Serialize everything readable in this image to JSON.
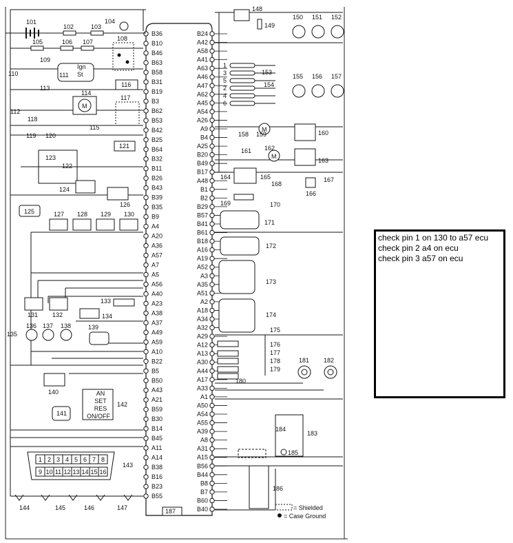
{
  "ecu": {
    "label": "187",
    "left_pins": [
      "B36",
      "B10",
      "B46",
      "B63",
      "B58",
      "B31",
      "B19",
      "B3",
      "B62",
      "B53",
      "B42",
      "B25",
      "B64",
      "B32",
      "B11",
      "B26",
      "B43",
      "B39",
      "B35",
      "B9",
      "A4",
      "A20",
      "A36",
      "A57",
      "A7",
      "A5",
      "A56",
      "A40",
      "A23",
      "A38",
      "A37",
      "A49",
      "A59",
      "A10",
      "B22",
      "B5",
      "B50",
      "A43",
      "A21",
      "B59",
      "B30",
      "B14",
      "B45",
      "A11",
      "A14",
      "B38",
      "B16",
      "B23",
      "B55"
    ],
    "right_pins": [
      "B24",
      "A42",
      "A58",
      "A41",
      "A63",
      "A46",
      "A47",
      "A62",
      "A45",
      "A54",
      "A26",
      "A9",
      "B4",
      "A25",
      "B20",
      "B49",
      "B17",
      "A48",
      "B1",
      "B2",
      "B29",
      "B57",
      "B41",
      "B61",
      "B18",
      "A16",
      "A19",
      "A52",
      "A3",
      "A35",
      "A51",
      "A2",
      "A18",
      "A34",
      "A32",
      "A29",
      "A12",
      "A13",
      "A30",
      "A44",
      "A17",
      "A33",
      "A1",
      "A50",
      "A54",
      "A55",
      "A39",
      "A8",
      "A31",
      "A15",
      "B56",
      "B44",
      "B8",
      "B7",
      "B60",
      "B40"
    ]
  },
  "components": {
    "101": "101",
    "102": "102",
    "103": "103",
    "104": "104",
    "105": "105",
    "106": "106",
    "107": "107",
    "108": "108",
    "109": "109",
    "110": "110",
    "111": "111",
    "112": "112",
    "113": "113",
    "114": "114",
    "115": "115",
    "116": "116",
    "117": "117",
    "118": "118",
    "119": "119",
    "120": "120",
    "121": "121",
    "122": "122",
    "123": "123",
    "124": "124",
    "125": "125",
    "126": "126",
    "127": "127",
    "128": "128",
    "129": "129",
    "130": "130",
    "131": "131",
    "132": "132",
    "133": "133",
    "134": "134",
    "135": "135",
    "136": "136",
    "137": "137",
    "138": "138",
    "139": "139",
    "140": "140",
    "141": "141",
    "142": "142",
    "143": "143",
    "144": "144",
    "145": "145",
    "146": "146",
    "147": "147",
    "148": "148",
    "149": "149",
    "150": "150",
    "151": "151",
    "152": "152",
    "153": "153",
    "154": "154",
    "155": "155",
    "156": "156",
    "157": "157",
    "158": "158",
    "159": "159",
    "160": "160",
    "161": "161",
    "162": "162",
    "163": "163",
    "164": "164",
    "165": "165",
    "166": "166",
    "167": "167",
    "168": "168",
    "169": "169",
    "170": "170",
    "171": "171",
    "172": "172",
    "173": "173",
    "174": "174",
    "175": "175",
    "176": "176",
    "177": "177",
    "178": "178",
    "179": "179",
    "180": "180",
    "181": "181",
    "182": "182",
    "183": "183",
    "184": "184",
    "185": "185",
    "186": "186"
  },
  "cruise_switch": [
    "AN",
    "SET",
    "RES",
    "ON/OFF"
  ],
  "relay_111": [
    "Ign",
    "St"
  ],
  "coil_numbers": [
    "1",
    "3",
    "5",
    "2",
    "4",
    "6"
  ],
  "motor_symbol": "M",
  "dlc_pins_top": [
    "1",
    "2",
    "3",
    "4",
    "5",
    "6",
    "7",
    "8"
  ],
  "dlc_pins_bottom": [
    "9",
    "10",
    "11",
    "12",
    "13",
    "14",
    "15",
    "16"
  ],
  "legend": {
    "shielded": "= Shielded",
    "ground": "= Case Ground"
  },
  "note": {
    "lines": [
      "check pin 1 on 130 to a57 ecu",
      "check pin 2 a4 on ecu",
      "check pin 3 a57 on ecu"
    ]
  }
}
